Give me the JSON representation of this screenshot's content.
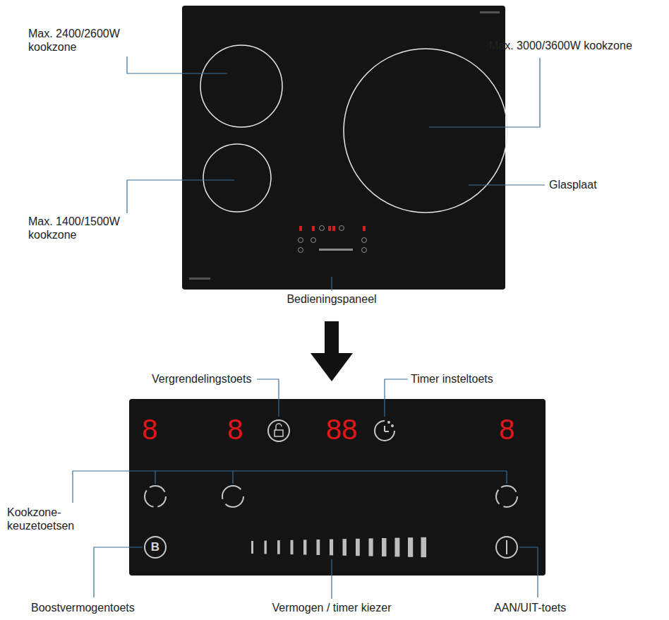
{
  "diagram": {
    "labels": [
      "Max. 2400/2600W kookzone",
      "Max. 3000/3600W kookzone",
      "Glasplaat",
      "Max. 1400/1500W kookzone",
      "Bedieningspaneel",
      "Vergrendelingstoets",
      "Timer insteltoets",
      "8",
      "8",
      "88",
      "8",
      "Kookzone- keuzetoetsen",
      "B",
      "Boostvermogentoets",
      "Vermogen / timer kiezer",
      "AAN/UIT-toets"
    ]
  }
}
